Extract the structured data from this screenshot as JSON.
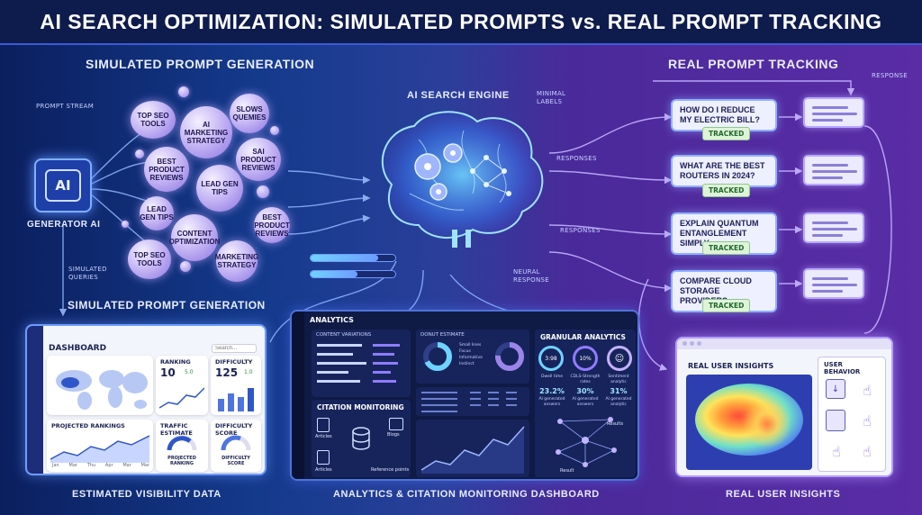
{
  "title": "AI SEARCH OPTIMIZATION: SIMULATED PROMPTS vs. REAL PROMPT TRACKING",
  "left": {
    "heading": "SIMULATED PROMPT GENERATION",
    "stream_label": "PROMPT STREAM",
    "generator_label": "GENERATOR AI",
    "generator_icon": "AI",
    "simulated_queries": "SIMULATED QUERIES",
    "heading2": "SIMULATED PROMPT GENERATION",
    "bubbles": [
      "TOP SEO TOOLS",
      "AI MARKETING STRATEGY",
      "SLOWS QUEMIES",
      "BEST PRODUCT REVIEWS",
      "SAI PRODUCT REVIEWS",
      "LEAD GEN TIPS",
      "LEAD GEN TIPS",
      "CONTENT OPTIMIZATION",
      "BEST PRODUCT REVIEWS",
      "TOP SEO TOOLS",
      "MARKETING STRATEGY"
    ],
    "footer": "ESTIMATED VISIBILITY DATA"
  },
  "dashboard": {
    "title": "DASHBOARD",
    "search_placeholder": "Search...",
    "ranking_label": "RANKING",
    "ranking_value": "10",
    "ranking_delta": "5.0",
    "difficulty_label": "DIFFICULTY",
    "difficulty_value": "125",
    "difficulty_delta": "1.0",
    "projected_label": "PROJECTED RANKINGS",
    "traffic_label": "TRAFFIC ESTIMATE",
    "traffic_sub": "PROJECTED RANKING",
    "diffscore_label": "DIFFICULTY SCORE",
    "diffscore_sub": "DIFFICULTY SCORE",
    "months": [
      "Jan",
      "Mar",
      "Thu",
      "Apr",
      "Mar",
      "Mar"
    ]
  },
  "center": {
    "engine_label": "AI SEARCH ENGINE",
    "minimal_labels": "MINIMAL LABELS",
    "responses_1": "RESPONSES",
    "responses_2": "RESPONSES",
    "neural_response": "NEURAL RESPONSE",
    "analytics": {
      "title": "ANALYTICS",
      "col1_title": "CONTENT VARIATIONS",
      "col2_title": "DONUT ESTIMATE",
      "citation_title": "CITATION MONITORING",
      "citation_items": [
        "Articles",
        "Blogs",
        "Articles",
        "Reference points"
      ],
      "granular_title": "GRANULAR ANALYTICS",
      "gauges": [
        "3:98",
        "10%",
        ""
      ],
      "gauge_labels": [
        "Dwell time",
        "CDLS-Strength rates",
        "Sentiment analytic"
      ],
      "stats": [
        "23.2%",
        "30%",
        "31%"
      ],
      "stat_labels": [
        "AI generated answers",
        "AI generated answers",
        "AI generated analytic"
      ],
      "network_labels": [
        "Results",
        "Result"
      ],
      "legend": [
        "Small lines",
        "Focus",
        "Informative",
        "Instinct"
      ]
    },
    "footer": "ANALYTICS & CITATION MONITORING DASHBOARD"
  },
  "right": {
    "heading": "REAL PROMPT TRACKING",
    "response_label": "RESPONSE",
    "queries": [
      {
        "text": "HOW DO I REDUCE MY ELECTRIC BILL?",
        "tag": "TRACKED"
      },
      {
        "text": "WHAT ARE THE BEST ROUTERS IN 2024?",
        "tag": "TRACKED"
      },
      {
        "text": "EXPLAIN QUANTUM ENTANGLEMENT SIMPLY",
        "tag": "TRACKED"
      },
      {
        "text": "COMPARE CLOUD STORAGE PROVIDERS",
        "tag": "TRACKED"
      }
    ],
    "insights_title": "REAL USER INSIGHTS",
    "behavior_title": "USER BEHAVIOR",
    "footer": "REAL USER INSIGHTS"
  },
  "colors": {
    "accent": "#6e9cff",
    "purple": "#9b85e8",
    "tracked_bg": "#dff3d8",
    "title_bg": "#0e1b4d"
  }
}
